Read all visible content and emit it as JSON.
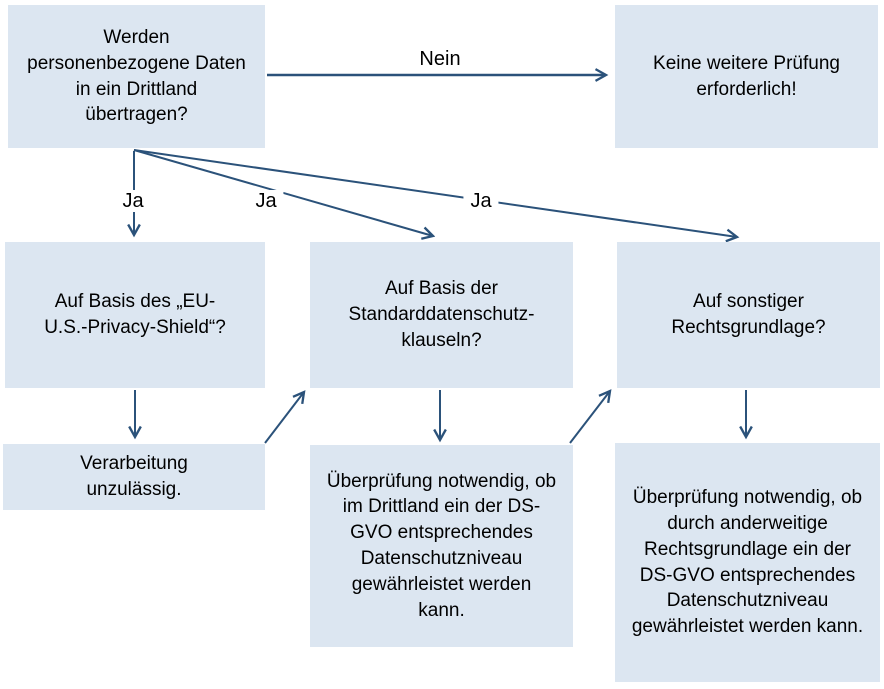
{
  "colors": {
    "node_fill": "#dce6f1",
    "arrow": "#2b527a",
    "text": "#000000",
    "background": "#ffffff"
  },
  "flowchart": {
    "nodes": {
      "question_transfer": "Werden personenbezogene Daten in ein Drittland übertragen?",
      "no_further_check": "Keine weitere Prüfung erforderlich!",
      "privacy_shield": "Auf Basis des „EU-U.S.-Privacy-Shield“?",
      "standard_clauses": "Auf Basis der Standarddatenschutz-klauseln?",
      "other_legal_basis": "Auf sonstiger Rechtsgrundlage?",
      "processing_inadmissible": "Verarbeitung unzulässig.",
      "check_third_country": "Überprüfung notwendig, ob im Drittland ein der DS-GVO entsprechendes Datenschutzniveau gewährleistet werden kann.",
      "check_other_basis": "Überprüfung notwendig, ob durch anderweitige Rechtsgrundlage ein der DS-GVO entsprechendes Datenschutzniveau gewährleistet werden kann."
    },
    "edge_labels": {
      "nein": "Nein",
      "ja_left": "Ja",
      "ja_center": "Ja",
      "ja_right": "Ja"
    }
  }
}
